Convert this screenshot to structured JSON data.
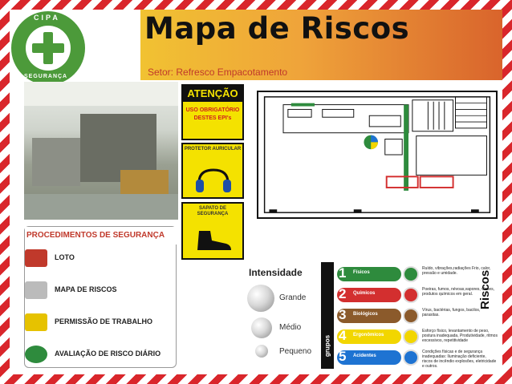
{
  "header": {
    "title": "Mapa de Riscos",
    "subtitle": "Setor: Refresco Empacotamento",
    "logo_text_top": "CIPA",
    "logo_text_bottom": "SEGURANÇA"
  },
  "signs": {
    "attention_title": "ATENÇÃO",
    "attention_text": "USO OBRIGATÓRIO DESTES EPI's",
    "ear_label": "PROTETOR AURICULAR",
    "boot_label": "SAPATO DE SEGURANÇA"
  },
  "procedures": {
    "title": "PROCEDIMENTOS DE SEGURANÇA",
    "items": [
      {
        "label": "LOTO"
      },
      {
        "label": "MAPA DE RISCOS"
      },
      {
        "label": "PERMISSÃO DE TRABALHO"
      },
      {
        "label": "AVALIAÇÃO DE RISCO DIÁRIO"
      }
    ]
  },
  "intensity": {
    "title": "Intensidade",
    "levels": [
      {
        "label": "Grande"
      },
      {
        "label": "Médio"
      },
      {
        "label": "Pequeno"
      }
    ]
  },
  "risk_legend": {
    "side_title": "Riscos",
    "groups_label": "grupos",
    "groups": [
      {
        "num": "1",
        "name": "Físicos",
        "color": "#2e8b3d",
        "desc": "Ruído, vibrações,radiações Frio, calor, pressão e umidade."
      },
      {
        "num": "2",
        "name": "Químicos",
        "color": "#d32f2f",
        "desc": "Poeiras, fumos, névoas,vapores, Gases, produtos químicos em geral."
      },
      {
        "num": "3",
        "name": "Biológicos",
        "color": "#8b5a2b",
        "desc": "Vírus, bactérias, fungos, bacilos, parasitas."
      },
      {
        "num": "4",
        "name": "Ergonômicos",
        "color": "#f2d600",
        "desc": "Esforço físico, levantamento de peso, postura inadequada, Produtividade, ritmos excessivos, repetitividade"
      },
      {
        "num": "5",
        "name": "Acidentes",
        "color": "#1e73d2",
        "desc": "Condições físicas e de segurança inadequadas: Iluminação deficiente, riscos de incêndio explosões, eletricidade e outros."
      }
    ]
  }
}
